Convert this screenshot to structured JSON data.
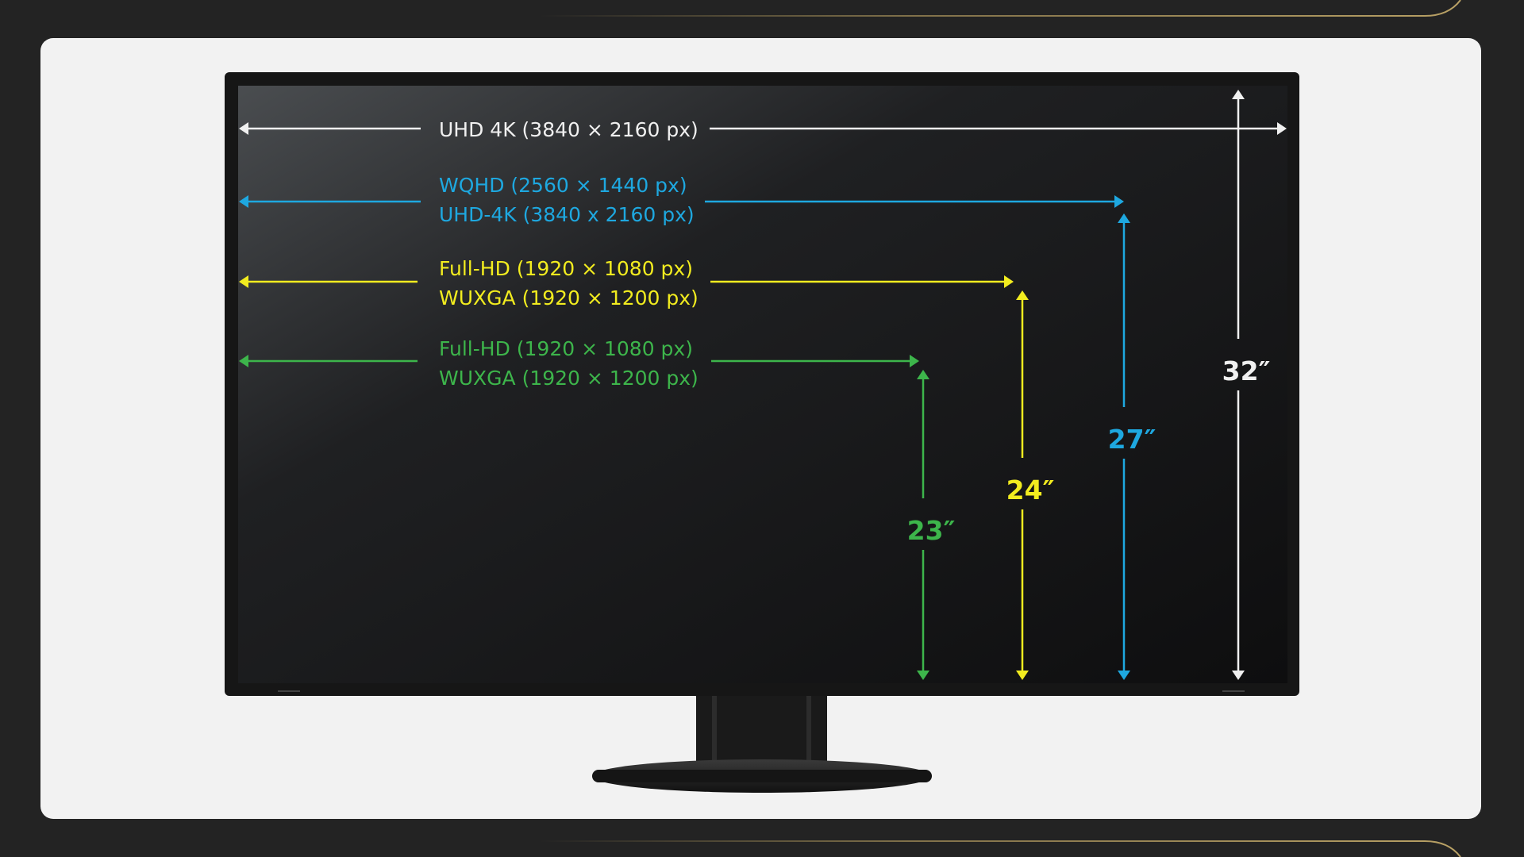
{
  "colors": {
    "white": "#f0f0f0",
    "blue": "#1ea8e0",
    "yellow": "#f2ec1f",
    "green": "#3db54b",
    "gold": "#a8925a"
  },
  "rows": [
    {
      "id": "uhd",
      "color": "white",
      "lines": [
        "UHD 4K (3840 × 2160 px)"
      ]
    },
    {
      "id": "wqhd",
      "color": "blue",
      "lines": [
        "WQHD  (2560 × 1440 px)",
        "UHD-4K (3840 x 2160 px)"
      ]
    },
    {
      "id": "fhd24",
      "color": "yellow",
      "lines": [
        "Full-HD   (1920 × 1080 px)",
        "WUXGA (1920 × 1200 px)"
      ]
    },
    {
      "id": "fhd23",
      "color": "green",
      "lines": [
        "Full-HD   (1920 × 1080 px)",
        "WUXGA (1920 × 1200 px)"
      ]
    }
  ],
  "sizes": [
    {
      "label": "32″",
      "color": "white"
    },
    {
      "label": "27″",
      "color": "blue"
    },
    {
      "label": "24″",
      "color": "yellow"
    },
    {
      "label": "23″",
      "color": "green"
    }
  ]
}
